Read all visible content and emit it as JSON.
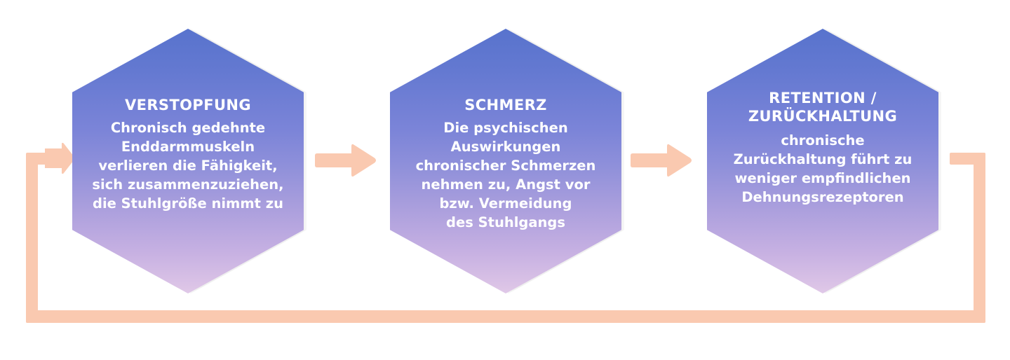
{
  "diagram": {
    "type": "cycle-flow",
    "title_visible": false,
    "background_color": "#ffffff",
    "node_gradient": {
      "from": "#5873cd",
      "mid": "#8f90da",
      "to": "#dbc3e6"
    },
    "arrow_color": "#fac9b0",
    "node_text_color": "#ffffff",
    "nodes": [
      {
        "id": "verstopfung",
        "title": "VERSTOPFUNG",
        "body": "Chronisch gedehnte Enddarmmuskeln verlieren die Fähigkeit, sich zusammenzuziehen, die Stuhlgröße nimmt zu",
        "body_lines": [
          "Chronisch gedehnte",
          "Enddarmmuskeln",
          "verlieren die Fähigkeit,",
          "sich zusammenzuziehen,",
          "die Stuhlgröße nimmt zu"
        ]
      },
      {
        "id": "schmerz",
        "title": "SCHMERZ",
        "body": "Die psychischen Auswirkungen chronischer Schmerzen nehmen zu, Angst vor bzw. Vermeidung des Stuhlgangs",
        "body_lines": [
          "Die psychischen",
          "Auswirkungen",
          "chronischer Schmerzen",
          "nehmen zu, Angst vor",
          "bzw. Vermeidung",
          "des Stuhlgangs"
        ]
      },
      {
        "id": "retention",
        "title": "RETENTION / ZURÜCKHALTUNG",
        "title_lines": [
          "RETENTION /",
          "ZURÜCKHALTUNG"
        ],
        "body": "chronische Zurückhaltung führt zu weniger empfindlichen Dehnungsrezeptoren",
        "body_lines": [
          "chronische",
          "Zurückhaltung führt zu",
          "weniger empfindlichen",
          "Dehnungsrezeptoren"
        ]
      }
    ],
    "connectors": [
      {
        "id": "arrow-1",
        "from": "verstopfung",
        "to": "schmerz",
        "shape": "right-arrow"
      },
      {
        "id": "arrow-2",
        "from": "schmerz",
        "to": "retention",
        "shape": "right-arrow"
      },
      {
        "id": "feedback-loop",
        "from": "retention",
        "to": "verstopfung",
        "shape": "u-turn-arrow"
      }
    ]
  }
}
